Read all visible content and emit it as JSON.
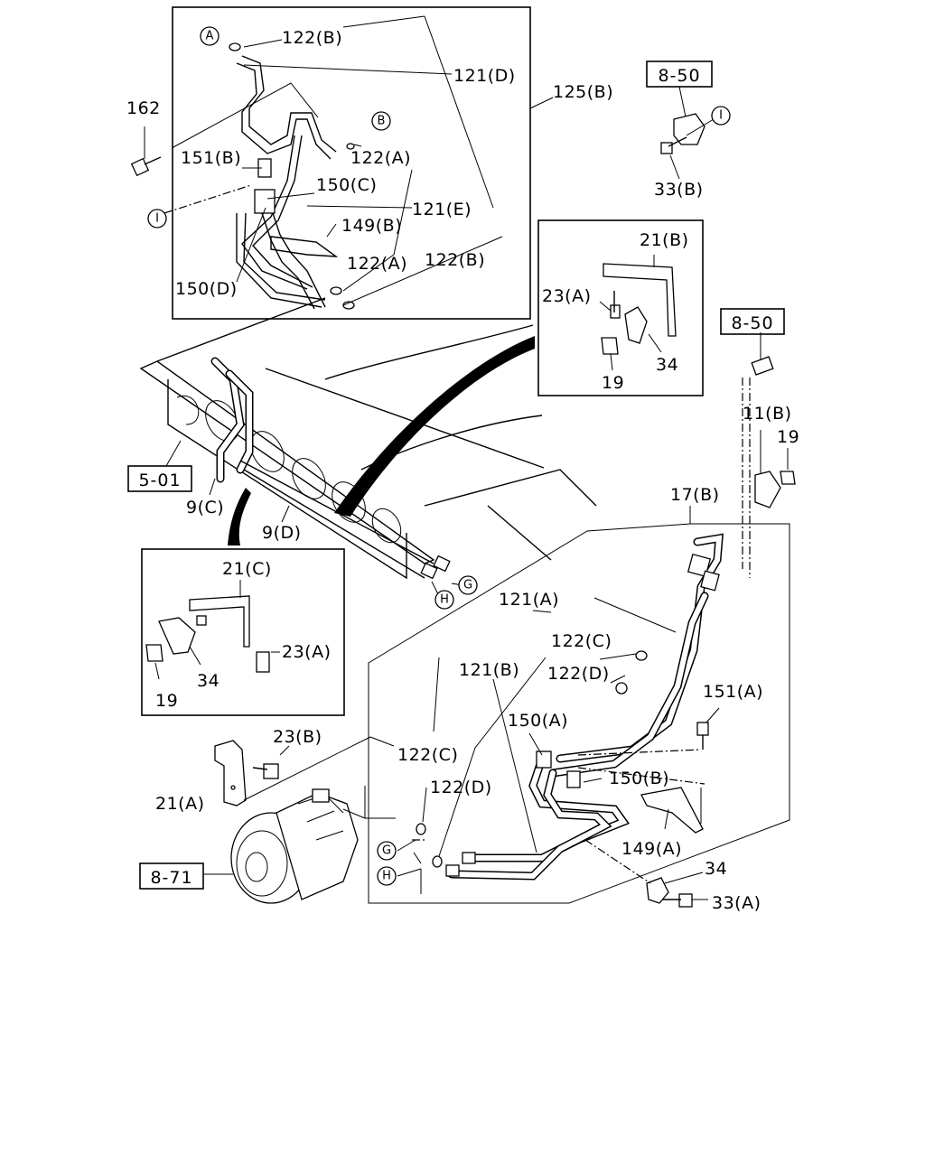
{
  "ref_boxes": {
    "r850_top": "8-50",
    "r850_mid": "8-50",
    "r501": "5-01",
    "r871": "8-71"
  },
  "circle_refs": {
    "A": "A",
    "B": "B",
    "I_top": "I",
    "I_left": "I",
    "G_mid": "G",
    "H_mid": "H",
    "G_bot": "G",
    "H_bot": "H"
  },
  "labels": {
    "l122B_a": "122(B)",
    "l121D": "121(D)",
    "l125B": "125(B)",
    "l162": "162",
    "l151B": "151(B)",
    "l122A_a": "122(A)",
    "l150C": "150(C)",
    "l121E": "121(E)",
    "l149B": "149(B)",
    "l122A_b": "122(A)",
    "l122B_b": "122(B)",
    "l150D": "150(D)",
    "l33B": "33(B)",
    "l21B": "21(B)",
    "l23A_a": "23(A)",
    "l34_a": "34",
    "l19_a": "19",
    "l11B": "11(B)",
    "l19_b": "19",
    "l9C": "9(C)",
    "l9D": "9(D)",
    "l17B": "17(B)",
    "l21C": "21(C)",
    "l23A_b": "23(A)",
    "l34_b": "34",
    "l19_c": "19",
    "l121A": "121(A)",
    "l122C_a": "122(C)",
    "l121B": "121(B)",
    "l122D_a": "122(D)",
    "l151A": "151(A)",
    "l150A": "150(A)",
    "l23B": "23(B)",
    "l122C_b": "122(C)",
    "l150B": "150(B)",
    "l21A": "21(A)",
    "l122D_b": "122(D)",
    "l149A": "149(A)",
    "l34_c": "34",
    "l33A": "33(A)"
  }
}
